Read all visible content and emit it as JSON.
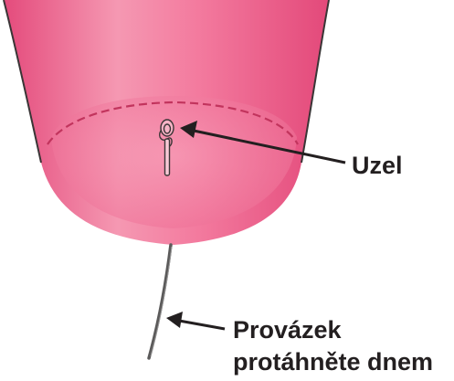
{
  "labels": {
    "knot": "Uzel",
    "string_line1": "Provázek",
    "string_line2": "protáhněte dnem"
  },
  "colors": {
    "cup_light": "#f48aa7",
    "cup_mid": "#ee6690",
    "cup_dark": "#e04476",
    "outline": "#3a3536",
    "dashed_rim": "#c2345d",
    "string": "#5b5a5a",
    "text": "#231f20"
  }
}
